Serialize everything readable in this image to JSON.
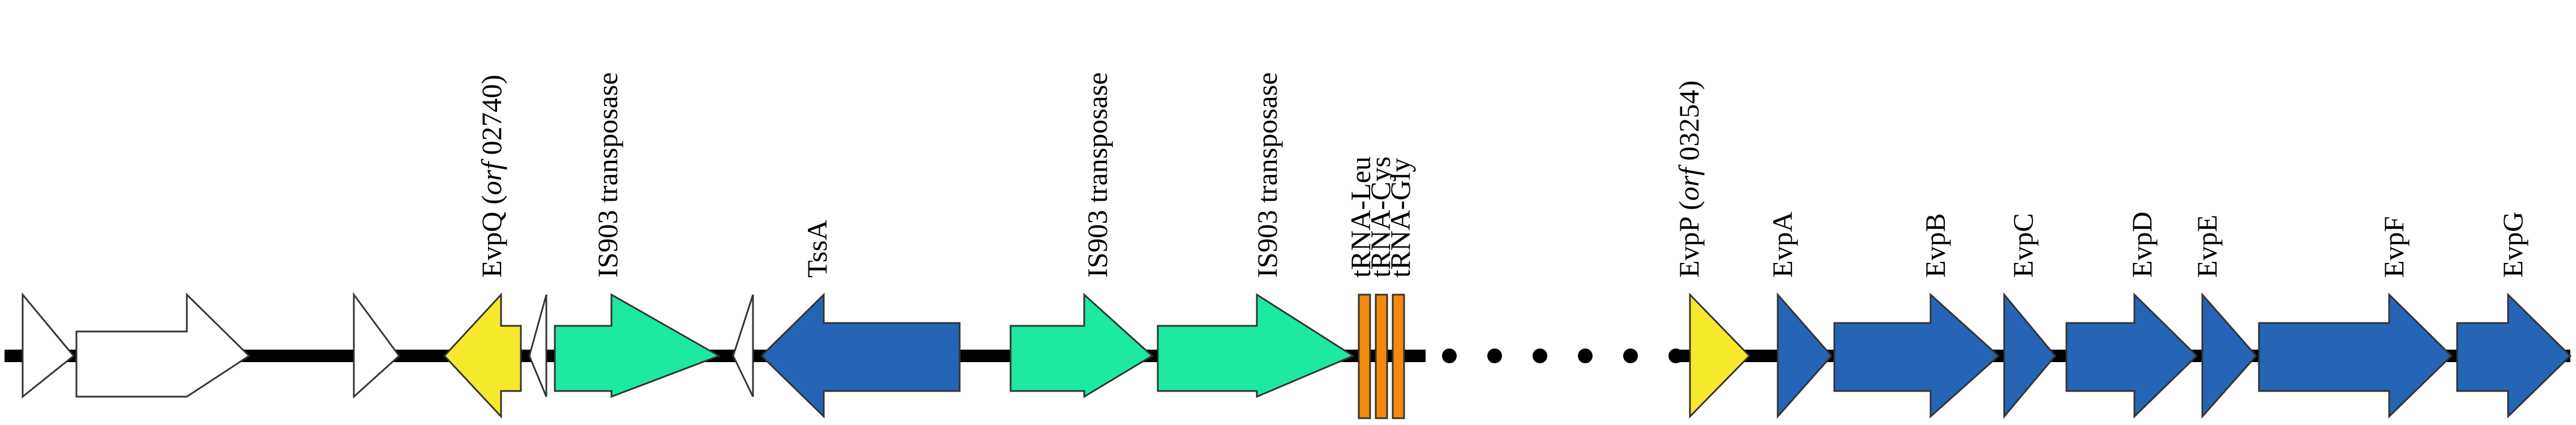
{
  "colors": {
    "white_gene": "#ffffff",
    "yellow_gene": "#f7e92b",
    "green_gene": "#1de9a0",
    "blue_gene": "#2665b5",
    "trna": "#f5890d",
    "backbone": "#000000"
  },
  "labels": {
    "evpq_pre": "EvpQ (",
    "evpq_orf": "orf",
    "evpq_post": " 02740)",
    "is903_1": "IS903 transposase",
    "tssa": "TssA",
    "is903_2": "IS903 transposase",
    "is903_3": "IS903 transposase",
    "trna_leu": "tRNA-Leu",
    "trna_cys": "tRNA-Cys",
    "trna_gly": "tRNA-Gly",
    "evpp_pre": "EvpP (",
    "evpp_orf": "orf",
    "evpp_post": " 03254)",
    "evpa": "EvpA",
    "evpb": "EvpB",
    "evpc": "EvpC",
    "evpd": "EvpD",
    "evpe": "EvpE",
    "evpf": "EvpF",
    "evpg": "EvpG"
  }
}
